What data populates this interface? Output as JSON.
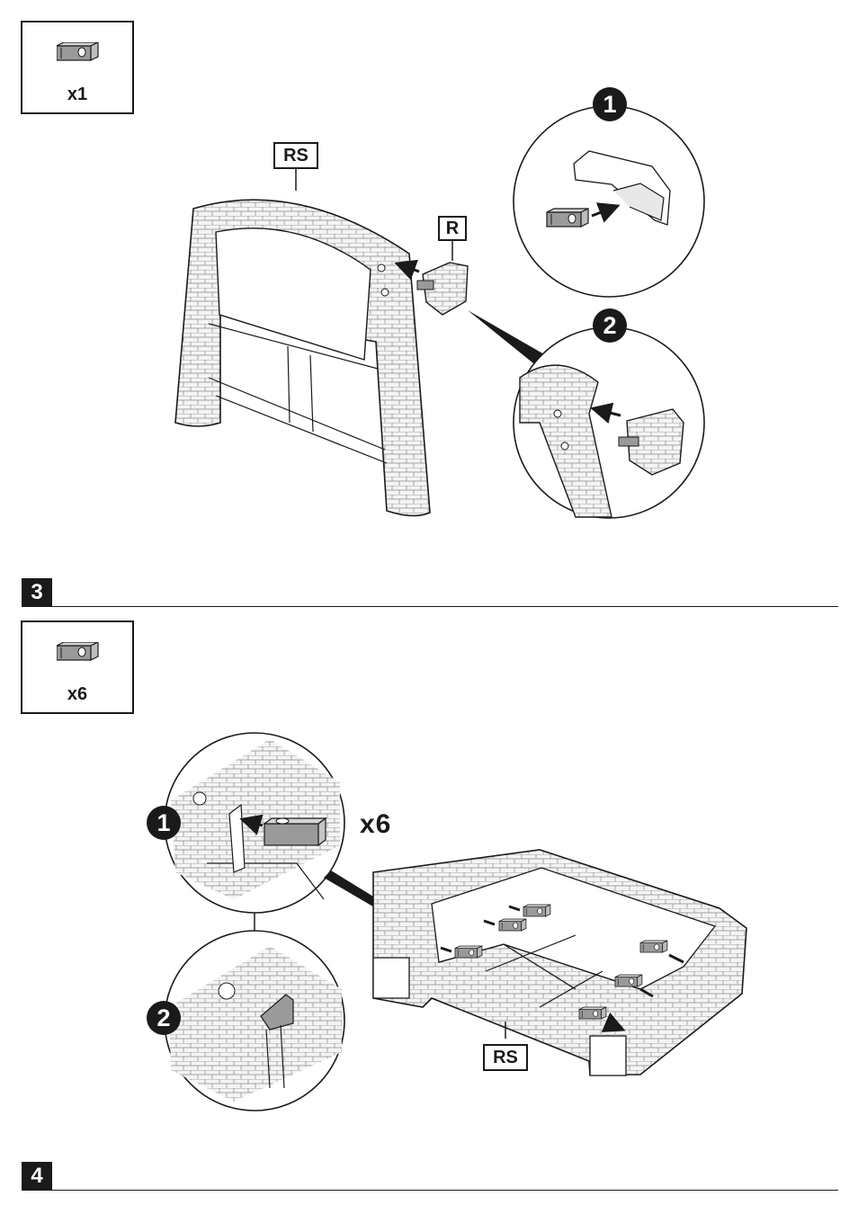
{
  "step2": {
    "part_qty": "x1",
    "label_rs": "RS",
    "label_r": "R",
    "detail_1": "1",
    "detail_2": "2"
  },
  "step3": {
    "number": "3",
    "part_qty": "x6",
    "label_rs": "RS",
    "detail_1": "1",
    "detail_2": "2",
    "multiplier": "x6"
  },
  "step4": {
    "number": "4"
  },
  "colors": {
    "ink": "#1a1a1a",
    "part_fill": "#9a9a9a",
    "brick_fill": "#f2f2f2"
  }
}
